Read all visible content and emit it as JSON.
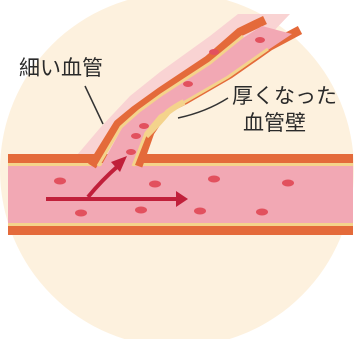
{
  "labels": {
    "narrow_vessel": "細い血管",
    "thick_wall_line1": "厚くなった",
    "thick_wall_line2": "血管壁"
  },
  "colors": {
    "background_circle": "#fdf1de",
    "wall_outer": "#e46a3a",
    "wall_inner": "#f4d38c",
    "lumen": "#f2a8b4",
    "soft_tissue": "#f9d3d3",
    "red_cell": "#e2515e",
    "arrow": "#c0203a",
    "leader_line": "#333333"
  },
  "icons": {
    "flow_arrows": "arrow-icon",
    "red_blood_cells": "blood-cell-icon"
  }
}
